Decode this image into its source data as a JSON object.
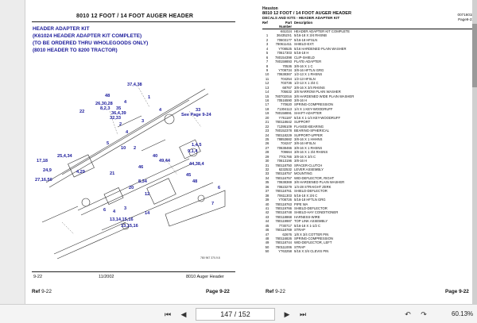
{
  "left_page": {
    "header_title": "8010 12 FOOT / 14 FOOT AUGER HEADER",
    "kit_lines": [
      "HEADER ADAPTER KIT",
      "(K61024 HEADER ADAPTER KIT COMPLETE)",
      "(TO BE ORDERED THRU WHOLEGOODS ONLY)",
      "(8010 HEADER TO 8200 TRACTOR)"
    ],
    "callouts": [
      "37,4,38",
      "1",
      "48",
      "4",
      "26,30,28",
      "4",
      "8,2,3",
      "22",
      "35",
      "36,4,39",
      "32,33",
      "3",
      "2",
      "4",
      "2",
      "5",
      "See Page 9-24",
      "33",
      "1,4,5",
      "9,1,4",
      "40",
      "49,44",
      "44,38,4",
      "45",
      "48",
      "46",
      "17,18",
      "24,9",
      "25,4,34",
      "27,16,50",
      "4,29",
      "10",
      "21",
      "8,34",
      "12",
      "20",
      "6",
      "7",
      "6",
      "4",
      "3",
      "14",
      "13,14,15,16",
      "13,15,16"
    ],
    "drawing_code": "780 967 370-9.8",
    "footer_left": "9-22",
    "footer_date": "11/2002",
    "footer_right": "8010 Auger Header",
    "ref_label": "Ref",
    "ref_value": "9-22",
    "page_label": "Page",
    "page_value": "9-22"
  },
  "right_page": {
    "brand": "Hesston",
    "title": "8010 12 FOOT / 14 FOOT AUGER HEADER",
    "subtitle": "DECALS AND KITS - HEADER ADAPTER KIT",
    "meta_code": "00716018",
    "meta_page": "Page9-22",
    "col_ref": "Ref",
    "col_part": "Part Number",
    "col_desc": "Description",
    "rows": [
      [
        "",
        "K61024",
        "HEADER ADAPTER KIT COMPLETE"
      ],
      [
        "1",
        "364352X1",
        "5/16-18 X 3/4 RHSNB"
      ],
      [
        "2",
        "70603177",
        "5/16-18 HFSLN"
      ],
      [
        "3",
        "780611411",
        "SHIELD-EXT."
      ],
      [
        "4",
        "Y708525",
        "5/16 HARDENED PLAIN WASHER"
      ],
      [
        "5",
        "70617303",
        "5/16-18 H"
      ],
      [
        "6",
        "780154398",
        "CLIP-SHIELD"
      ],
      [
        "7",
        "780159893",
        "PLATE-ADAPTER"
      ],
      [
        "8",
        "70536",
        "3/8-16 X 1 C"
      ],
      [
        "9",
        "Y708734",
        "3/8-16 HFTLN GRG"
      ],
      [
        "10",
        "70638367",
        "1/2-13 X 1 RHSNS"
      ],
      [
        "11",
        "704254",
        "1/2-13 HFSLN"
      ],
      [
        "12",
        "703736",
        "1/2-13 X 1 3/4 C"
      ],
      [
        "13",
        "68767",
        "3/8-16 X 3/4 RHSNS"
      ],
      [
        "14",
        "705632",
        "3/8 NARROW PLAIN WASHER"
      ],
      [
        "15",
        "780702016",
        "3/8 HARDENED WIDE PLAIN WASHER"
      ],
      [
        "16",
        "70516590",
        "3/8-16 H"
      ],
      [
        "17",
        "770620",
        "SPRING-COMPRESSION"
      ],
      [
        "18",
        "71304113",
        "1/4 X 1 KEY-WOODRUFF"
      ],
      [
        "19",
        "780158891",
        "SHAFT-ADAPTER"
      ],
      [
        "20",
        "Y761187",
        "5/16 X 1-1/4 KEY-WOODRUFF"
      ],
      [
        "21",
        "780118642",
        "SUPPORT"
      ],
      [
        "22",
        "71395109",
        "FLANGE-BEARING"
      ],
      [
        "23",
        "780152378",
        "BEARING-SPHERICAL"
      ],
      [
        "24",
        "780118229",
        "SUPPORT-UPPER"
      ],
      [
        "25",
        "78853682",
        "3/8-16 X 1 HHHNS"
      ],
      [
        "26",
        "704247",
        "3/8-16 HFSLN"
      ],
      [
        "27",
        "70638466",
        "3/8-16 X 1 RHSNS"
      ],
      [
        "28",
        "709664",
        "3/8-16 X 1 3/4 RHSNS"
      ],
      [
        "29",
        "7701766",
        "3/8-16 X 3/4 C"
      ],
      [
        "30",
        "70613196",
        "3/8-16 H"
      ],
      [
        "31",
        "780118750",
        "SPACER-CLUTCH"
      ],
      [
        "32",
        "6232532",
        "LEVER ASSEMBLY"
      ],
      [
        "33",
        "780118757",
        "MOUNTING"
      ],
      [
        "34",
        "780116757",
        "WID-DEFLECTOR, RIGHT"
      ],
      [
        "35",
        "70638369",
        "3/8 HARDENED PLAIN WASHER"
      ],
      [
        "36",
        "70623279",
        "1/4-28 STRAIGHT ZERK"
      ],
      [
        "37",
        "780118761",
        "SHIELD-DEFLECTOR"
      ],
      [
        "38",
        "70611303",
        "5/16-18 X 3/4 C"
      ],
      [
        "39",
        "Y708726",
        "5/16-18 HFTLN GRG"
      ],
      [
        "40",
        "780118763",
        "PIPE WA"
      ],
      [
        "41",
        "780119766",
        "SHIELD-DEFLECTOR"
      ],
      [
        "42",
        "780118748",
        "SHIELD-HAY CONDITIONER"
      ],
      [
        "43",
        "780118868",
        "HARNESS-WIRE"
      ],
      [
        "44",
        "780119987",
        "TOP LINK ASSEMBLY"
      ],
      [
        "45",
        "7730717",
        "5/16-18 X 1-1/2 C"
      ],
      [
        "46",
        "780118769",
        "STRAP"
      ],
      [
        "47",
        "62676",
        "1/8 X 3/4 COTTER PIN"
      ],
      [
        "48",
        "780116826",
        "SPRING-COMPRESSION"
      ],
      [
        "49",
        "780118744",
        "WID-DEFLECTOR, LEFT"
      ],
      [
        "50",
        "780111006",
        "STRAP"
      ],
      [
        "50",
        "Y763258",
        "5/16 X 3/4 CLEVIS PIN"
      ]
    ],
    "ref_label": "Ref",
    "ref_value": "9-22",
    "page_label": "Page",
    "page_value": "9-22"
  },
  "toolbar": {
    "page_indicator": "147 / 152",
    "zoom": "60.13%"
  },
  "icons": {
    "first": "first-page-icon",
    "prev": "prev-page-icon",
    "next": "next-page-icon",
    "last": "last-page-icon",
    "back": "back-icon",
    "forward": "forward-icon"
  }
}
